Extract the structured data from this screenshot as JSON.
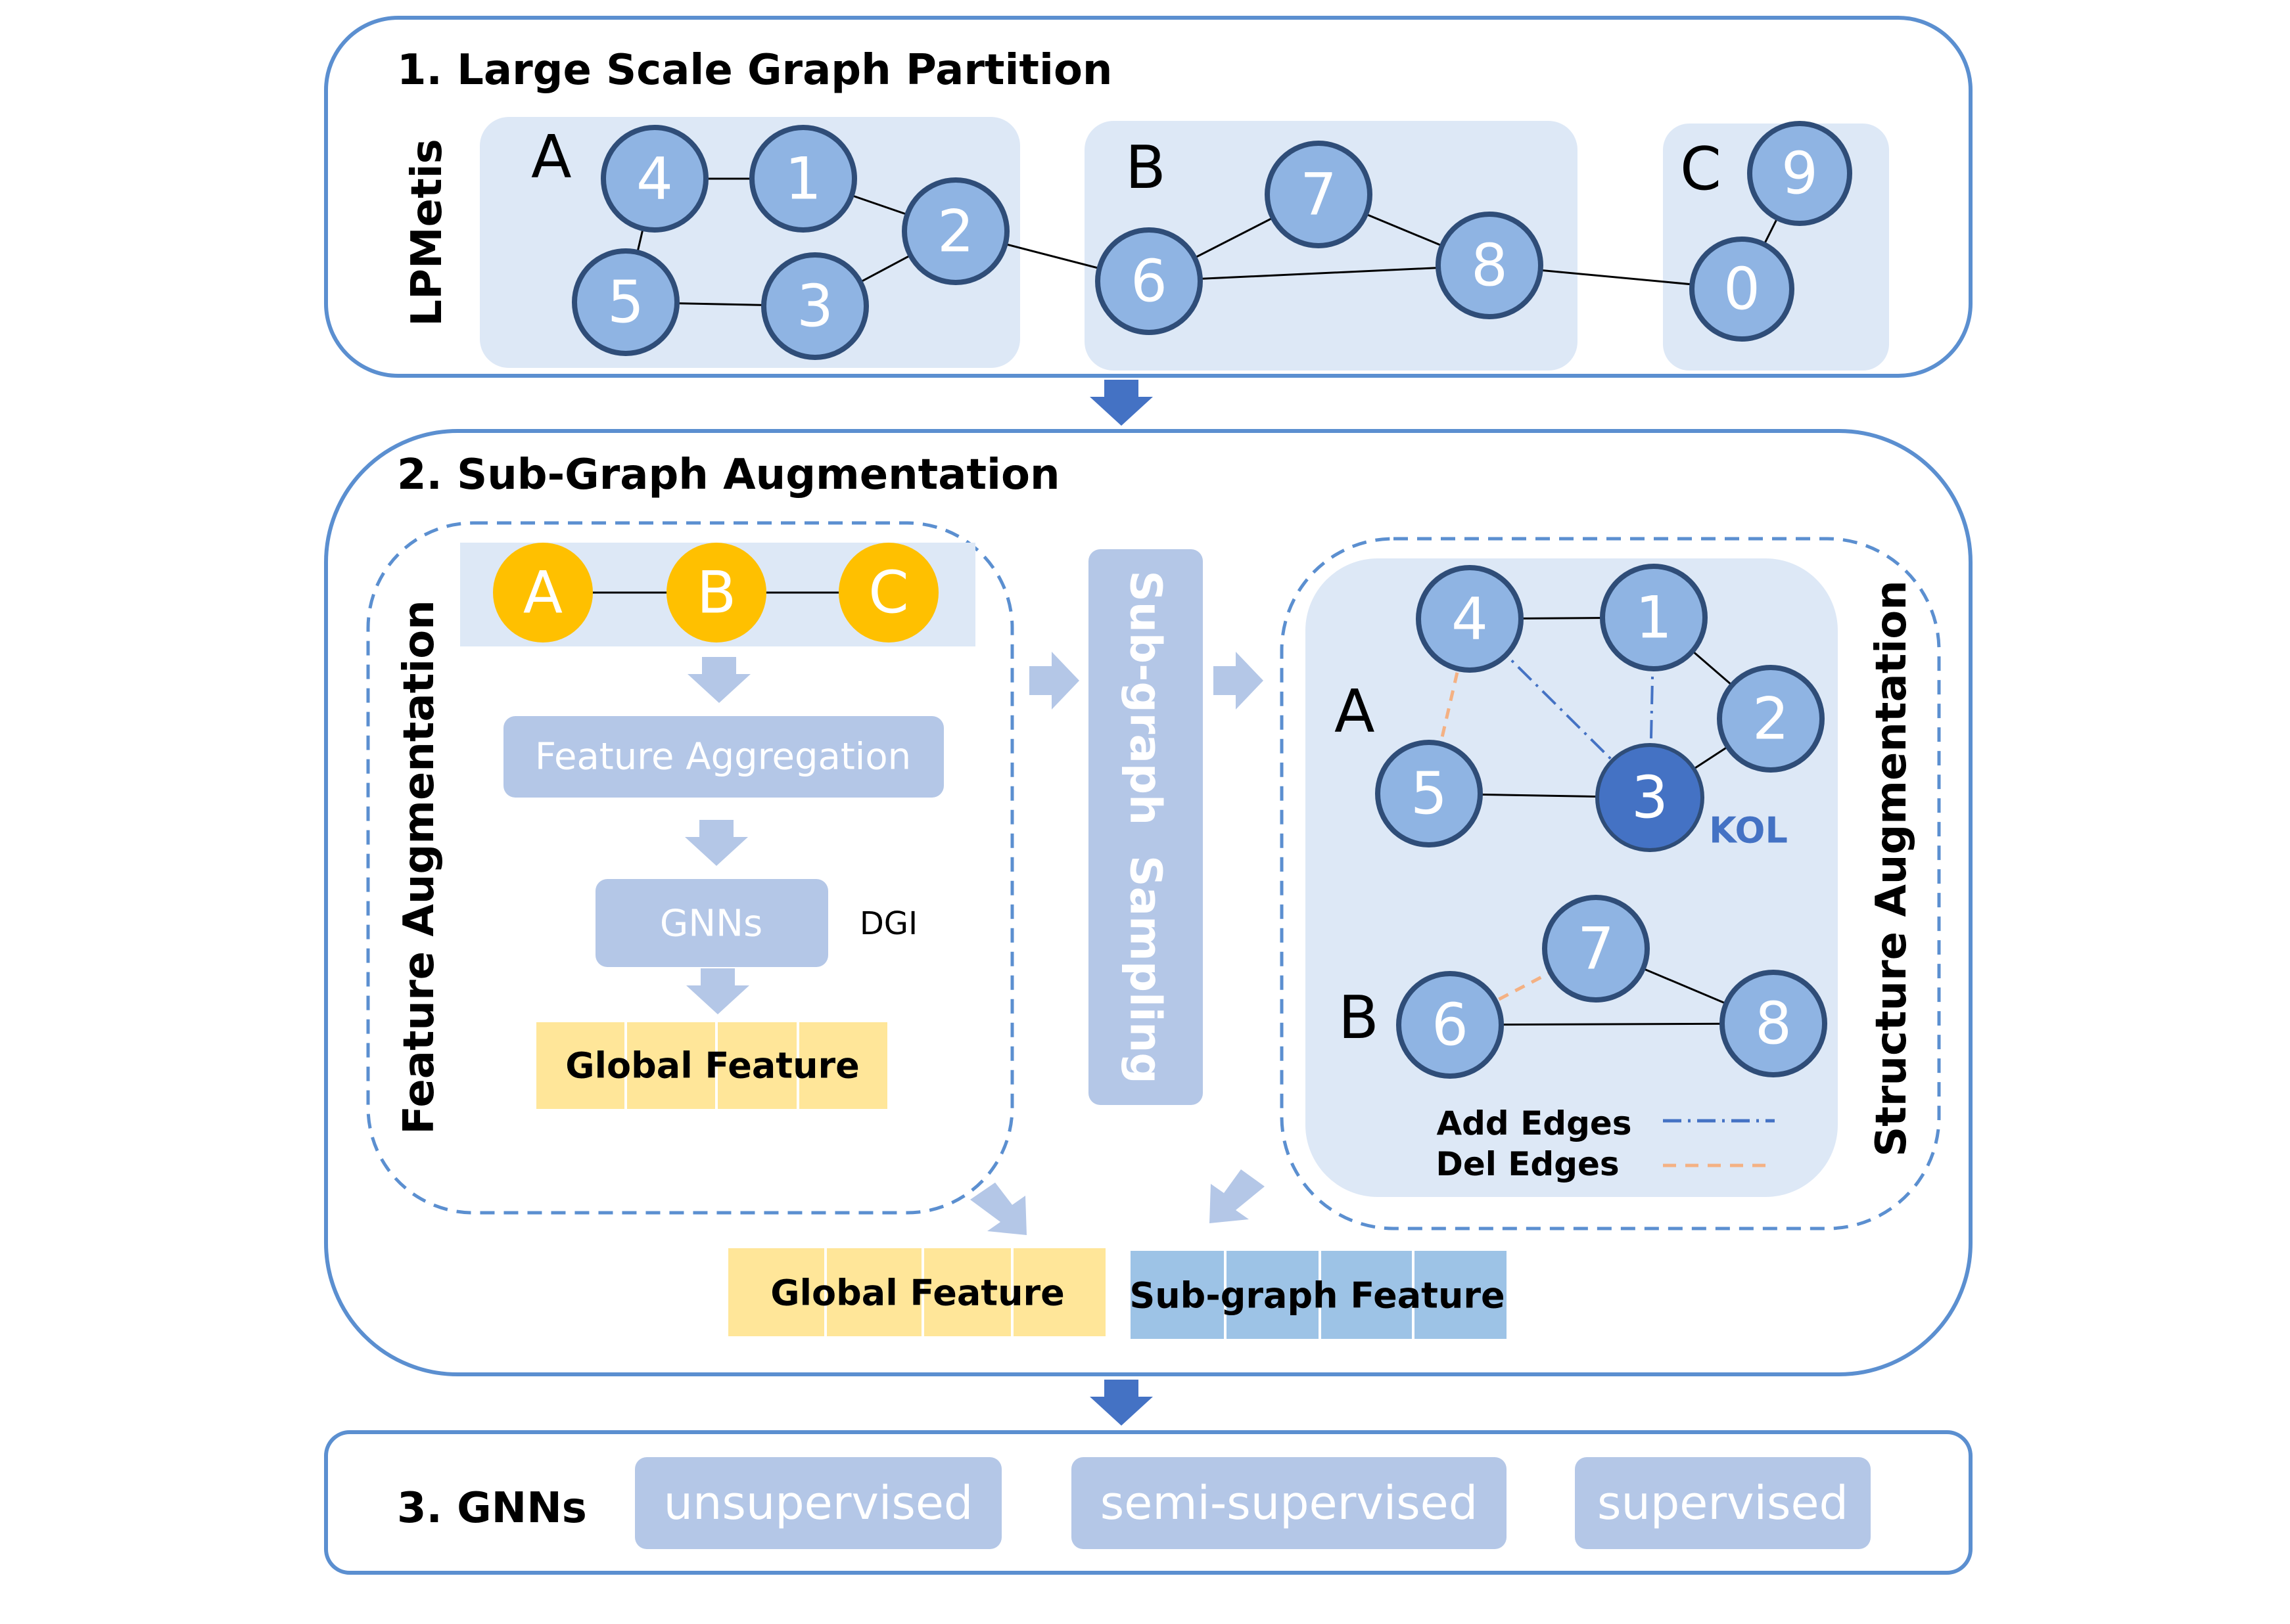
{
  "section1": {
    "title": "1. Large Scale Graph Partition",
    "side_label": "LPMetis",
    "partitions": [
      "A",
      "B",
      "C"
    ],
    "nodes": [
      "4",
      "1",
      "2",
      "5",
      "3",
      "7",
      "6",
      "8",
      "9",
      "0"
    ]
  },
  "section2": {
    "title": "2. Sub-Graph Augmentation",
    "feature_augmentation": {
      "side_label": "Feature Augmentation",
      "partition_nodes": [
        "A",
        "B",
        "C"
      ],
      "aggregation_label": "Feature Aggregation",
      "gnns_label": "GNNs",
      "dgi_label": "DGI",
      "global_feature_label": "Global Feature"
    },
    "sampling_label": "Sub-graph  Sampling",
    "structure_augmentation": {
      "side_label": "Structure Augmentation",
      "subgraph_a": {
        "label": "A",
        "nodes": [
          "4",
          "1",
          "2",
          "5",
          "3"
        ],
        "kol_label": "KOL"
      },
      "subgraph_b": {
        "label": "B",
        "nodes": [
          "7",
          "6",
          "8"
        ]
      },
      "legend": {
        "add_edges": "Add Edges",
        "del_edges": "Del Edges"
      }
    },
    "outputs": {
      "global_feature": "Global Feature",
      "subgraph_feature": "Sub-graph Feature"
    }
  },
  "section3": {
    "title": "3. GNNs",
    "modes": [
      "unsupervised",
      "semi-supervised",
      "supervised"
    ]
  },
  "colors": {
    "frame_stroke": "#5b8fd0",
    "node_fill": "#8fb4e3",
    "node_stroke": "#2f4d78",
    "kol_fill": "#4472c4",
    "partition_fill": "#dde8f6",
    "pill_fill": "#b4c7e7",
    "partition_node_fill": "#ffc000",
    "global_feature_fill": "#ffe699",
    "subgraph_feature_fill": "#9dc3e6",
    "arrow_dark": "#4472c4",
    "add_edge": "#4472c4",
    "del_edge": "#f4b183"
  }
}
